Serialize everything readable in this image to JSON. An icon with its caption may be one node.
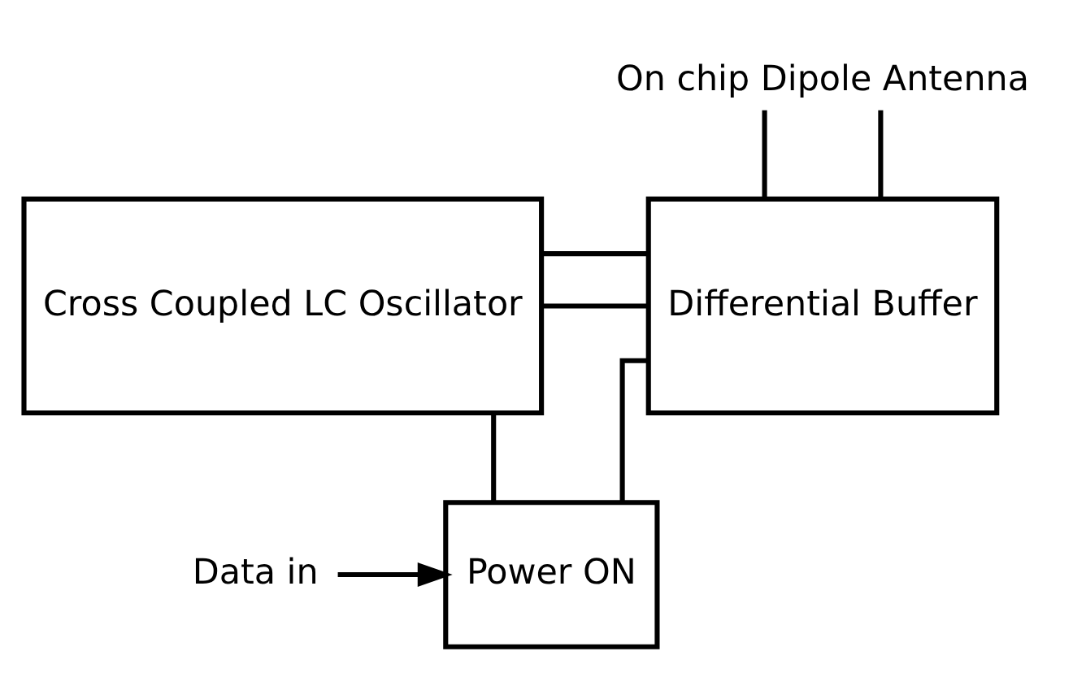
{
  "diagram": {
    "nodes": [
      {
        "text": [
          "Cross Coupled LC Oscillator"
        ]
      },
      {
        "text": [
          "Differential Buffer"
        ]
      },
      {
        "text": [
          "Power ON"
        ]
      },
      {
        "text": [
          "Data in"
        ]
      },
      {
        "text": [
          "On chip Dipole Antenna"
        ]
      }
    ],
    "edges": [
      {
        "from": 0,
        "to": 1,
        "arrow": "none"
      },
      {
        "from": 0,
        "to": 1,
        "arrow": "none"
      },
      {
        "from": 0,
        "to": 2,
        "arrow": "none"
      },
      {
        "from": 2,
        "to": 1,
        "arrow": "none"
      },
      {
        "from": 3,
        "to": 2,
        "arrow": "to"
      },
      {
        "from": 4,
        "to": 1,
        "arrow": "none"
      },
      {
        "from": 4,
        "to": 1,
        "arrow": "none"
      }
    ]
  }
}
